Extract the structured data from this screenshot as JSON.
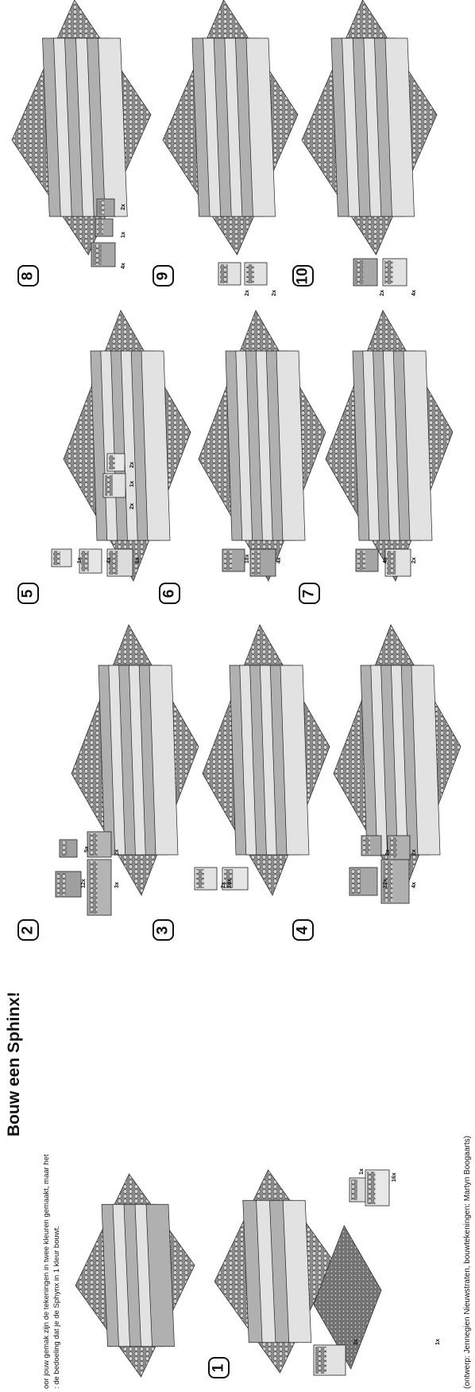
{
  "header": {
    "title": "Bouw een Sphinx!",
    "intro_line1": "oor jouw gemak zijn de tekeningen in twee kleuren gemaakt, maar het",
    "intro_line2": ": de bedoeling dat je de Sphynx in 1 kleur bouwt."
  },
  "footer": {
    "credit": "(ontwerp: Jennegien Nieuwstraten, bouwtekeningen: Martyn Boogaarts)"
  },
  "steps": [
    {
      "number": "1",
      "parts": [
        "3x",
        "1x",
        "1x",
        "16x"
      ]
    },
    {
      "number": "2",
      "parts": [
        "12x",
        "5x",
        "3x",
        "2x"
      ]
    },
    {
      "number": "3",
      "parts": [
        "2x",
        "14x"
      ]
    },
    {
      "number": "4",
      "parts": [
        "12x",
        "2x",
        "4x",
        "2x"
      ]
    },
    {
      "number": "5",
      "parts": [
        "1x",
        "4x",
        "8x",
        "2x",
        "1x",
        "2x"
      ]
    },
    {
      "number": "6",
      "parts": [
        "18x",
        "4x"
      ]
    },
    {
      "number": "7",
      "parts": [
        "4x",
        "2x"
      ]
    },
    {
      "number": "8",
      "parts": [
        "4x",
        "1x",
        "2x"
      ]
    },
    {
      "number": "9",
      "parts": [
        "2x",
        "2x"
      ]
    },
    {
      "number": "10",
      "parts": [
        "2x",
        "4x"
      ]
    }
  ],
  "colors": {
    "ink": "#111111",
    "stud_dark": "#7a7a7a",
    "brick_mid": "#a8a8a8",
    "brick_light": "#e2e2e2"
  }
}
